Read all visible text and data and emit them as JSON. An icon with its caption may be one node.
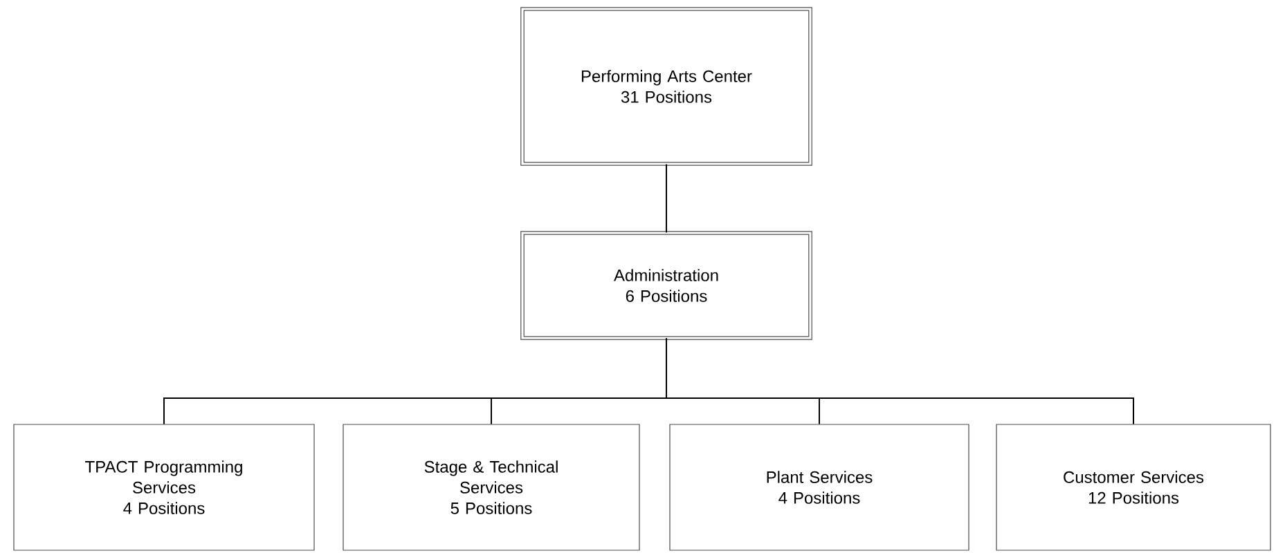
{
  "diagram": {
    "nodes": [
      {
        "text": [
          "Performing Arts Center",
          "31 Positions"
        ]
      },
      {
        "text": [
          "Administration",
          "6 Positions"
        ]
      },
      {
        "text": [
          "TPACT Programming Services",
          "4 Positions"
        ]
      },
      {
        "text": [
          "Stage & Technical Services",
          "5 Positions"
        ]
      },
      {
        "text": [
          "Plant Services",
          "4 Positions"
        ]
      },
      {
        "text": [
          "Customer Services",
          "12 Positions"
        ]
      }
    ],
    "edges": [
      {
        "from": 0,
        "to": 1,
        "arrow": "none"
      },
      {
        "from": 1,
        "to": 2,
        "arrow": "none"
      },
      {
        "from": 1,
        "to": 3,
        "arrow": "none"
      },
      {
        "from": 1,
        "to": 4,
        "arrow": "none"
      },
      {
        "from": 1,
        "to": 5,
        "arrow": "none"
      }
    ]
  }
}
